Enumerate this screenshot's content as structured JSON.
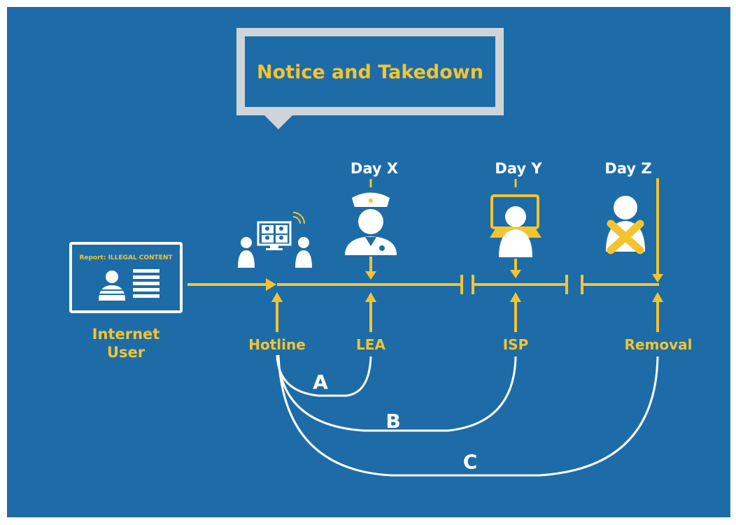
{
  "title": "Notice and Takedown",
  "report_card": {
    "header": "Report: ILLEGAL CONTENT"
  },
  "actors": {
    "internet_user": [
      "Internet",
      "User"
    ],
    "hotline": "Hotline",
    "lea": "LEA",
    "isp": "ISP",
    "removal": "Removal"
  },
  "days": {
    "x": "Day X",
    "y": "Day Y",
    "z": "Day Z"
  },
  "paths": {
    "a": "A",
    "b": "B",
    "c": "C"
  },
  "colors": {
    "background": "#1d6ca8",
    "accent": "#f4c430",
    "line_white": "#ffffff",
    "frame": "#d9dde2"
  }
}
